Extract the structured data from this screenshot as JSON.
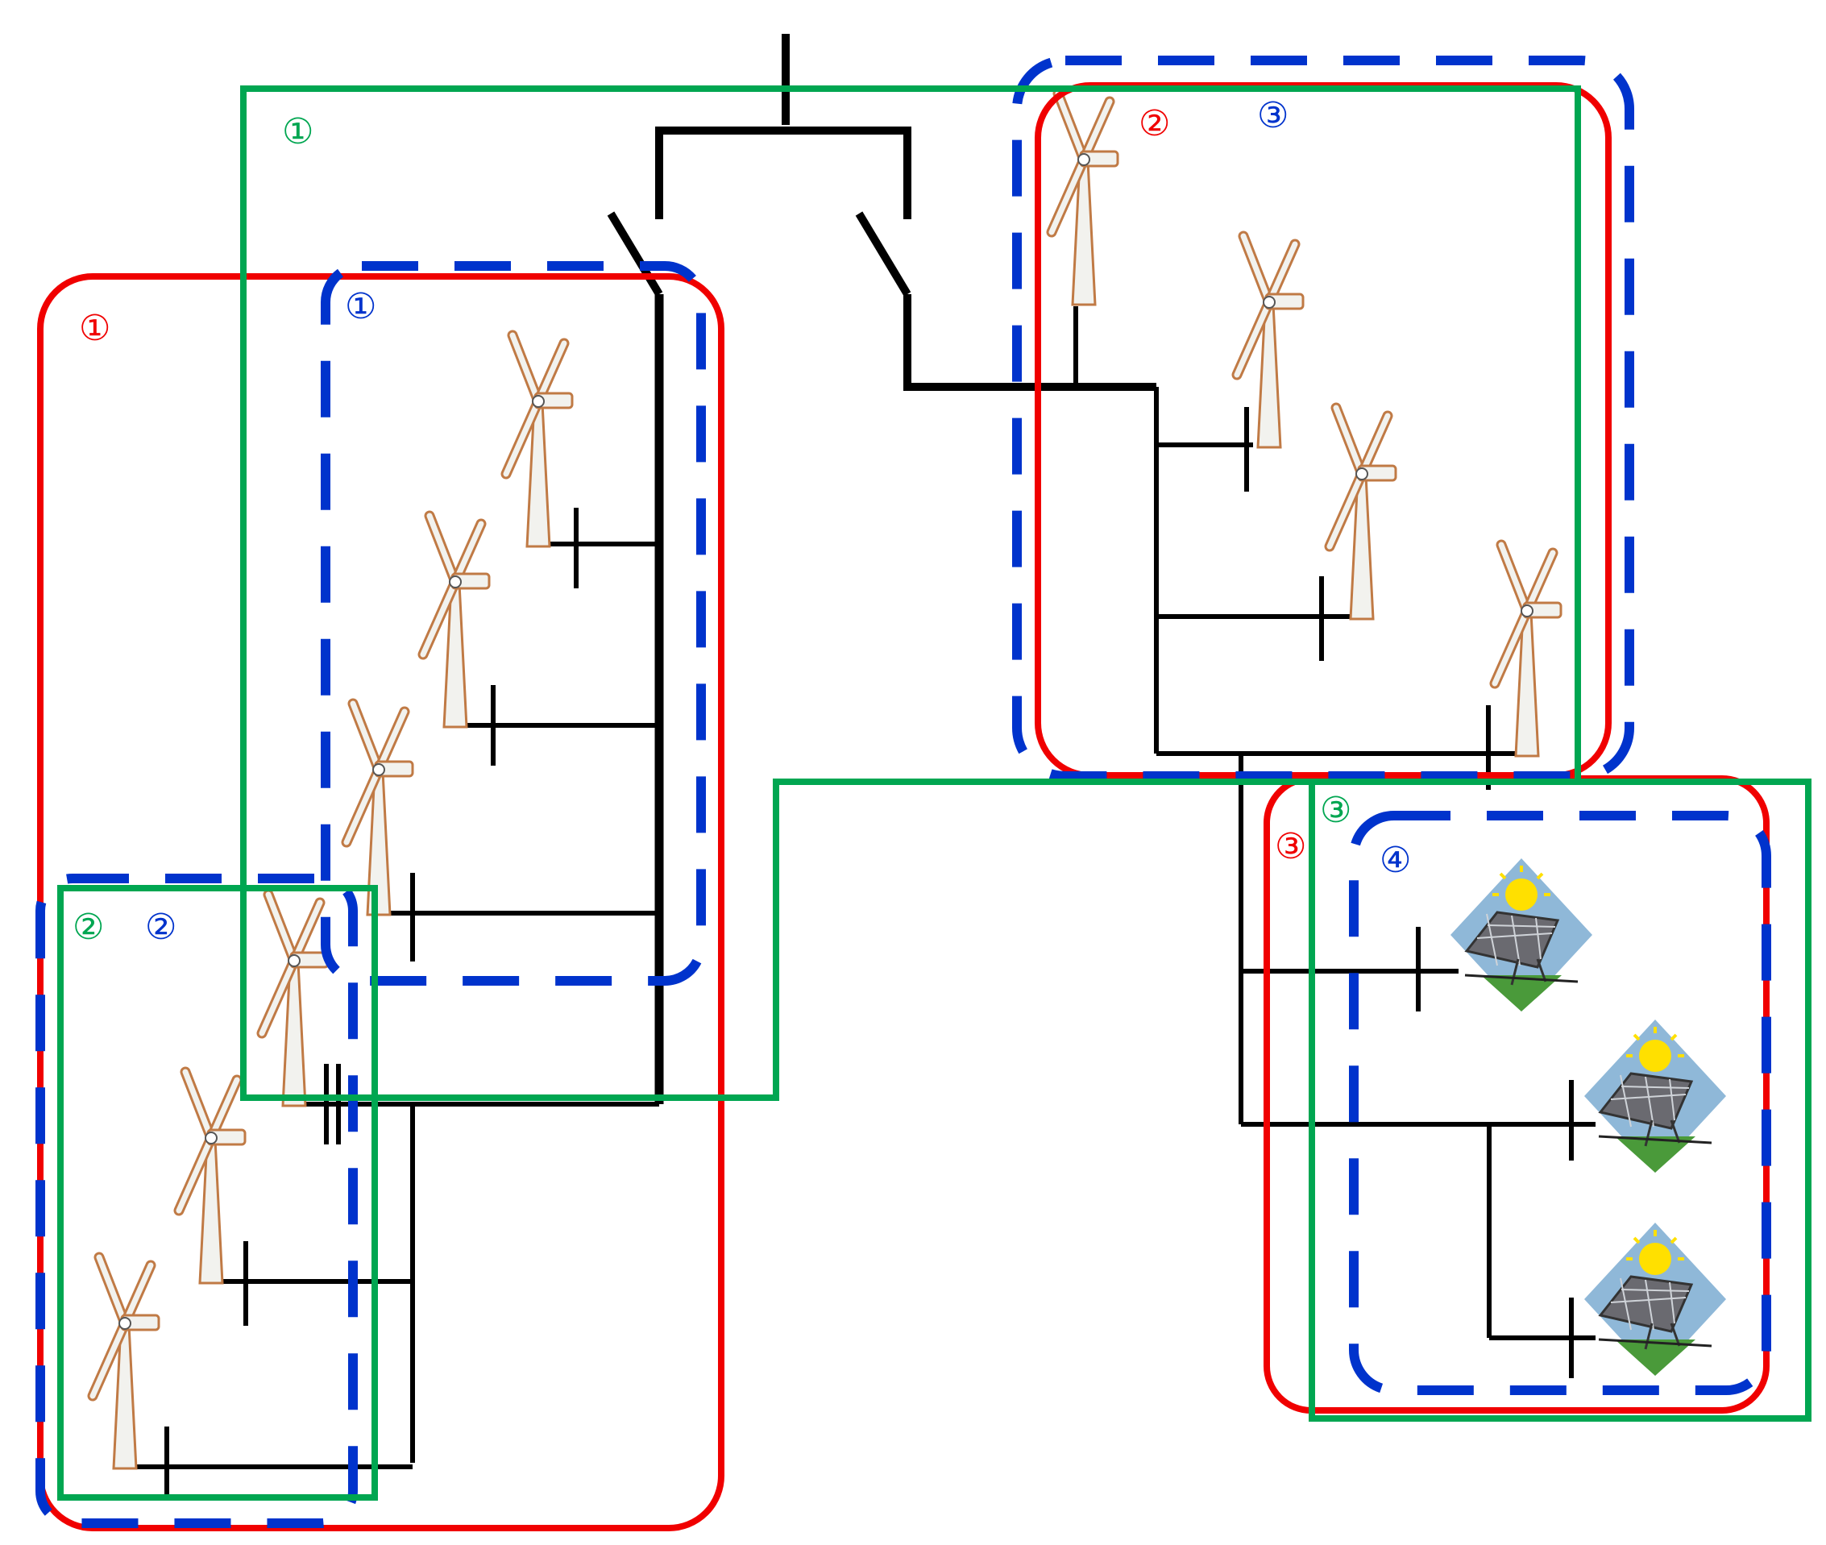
{
  "colors": {
    "wire": "#000000",
    "red": "#f00000",
    "blue": "#0033cc",
    "green": "#00a651",
    "tower": "#f2f2ee",
    "tower_outline": "#c07a45",
    "panel": "#6a6a70",
    "sky": "#8fb8d8",
    "sun": "#ffe000",
    "ground": "#4a9a3a"
  },
  "labels": {
    "red_1": "①",
    "red_2": "②",
    "red_3": "③",
    "blue_1": "①",
    "blue_2": "②",
    "blue_3": "③",
    "blue_4": "④",
    "green_1": "①",
    "green_2": "②",
    "green_3": "③"
  },
  "components": {
    "wind_turbine_icon": "wind-turbine-icon",
    "solar_panel_icon": "solar-panel-icon",
    "switch_icon": "switch-icon"
  }
}
